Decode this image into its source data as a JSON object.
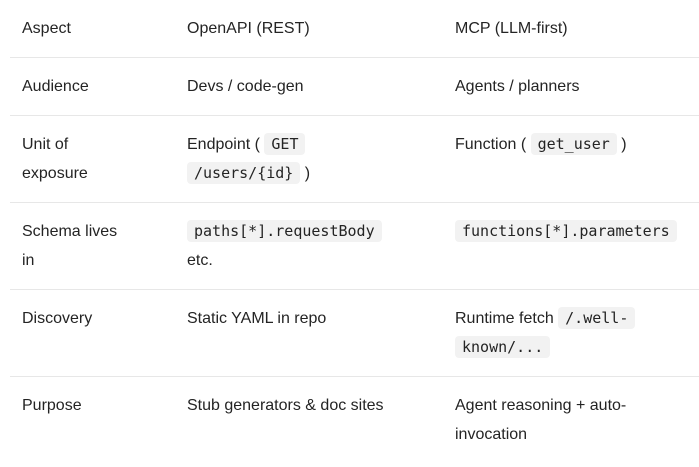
{
  "table": {
    "columns": [
      {
        "label": "Aspect"
      },
      {
        "label": "OpenAPI (REST)"
      },
      {
        "label": "MCP (LLM-first)"
      }
    ],
    "rows": [
      {
        "aspect": "Audience",
        "openapi": [
          {
            "t": "text",
            "v": "Devs / code-gen"
          }
        ],
        "mcp": [
          {
            "t": "text",
            "v": "Agents / planners"
          }
        ]
      },
      {
        "aspect": "Unit of exposure",
        "openapi": [
          {
            "t": "text",
            "v": "Endpoint ( "
          },
          {
            "t": "code",
            "v": "GET /users/{id}"
          },
          {
            "t": "text",
            "v": " )"
          }
        ],
        "mcp": [
          {
            "t": "text",
            "v": "Function ( "
          },
          {
            "t": "code",
            "v": "get_user"
          },
          {
            "t": "text",
            "v": " )"
          }
        ]
      },
      {
        "aspect": "Schema lives in",
        "openapi": [
          {
            "t": "code",
            "v": "paths[*].requestBody"
          },
          {
            "t": "text",
            "v": " etc."
          }
        ],
        "mcp": [
          {
            "t": "code",
            "v": "functions[*].parameters"
          }
        ]
      },
      {
        "aspect": "Discovery",
        "openapi": [
          {
            "t": "text",
            "v": "Static YAML in repo"
          }
        ],
        "mcp": [
          {
            "t": "text",
            "v": "Runtime fetch "
          },
          {
            "t": "code",
            "v": "/.well-known/..."
          }
        ]
      },
      {
        "aspect": "Purpose",
        "openapi": [
          {
            "t": "text",
            "v": "Stub generators & doc sites"
          }
        ],
        "mcp": [
          {
            "t": "text",
            "v": "Agent reasoning + auto-invocation"
          }
        ]
      }
    ]
  },
  "colors": {
    "text": "#242424",
    "divider": "#e7e7e7",
    "inline_code_background": "#f2f2f2",
    "page_background": "#ffffff"
  }
}
